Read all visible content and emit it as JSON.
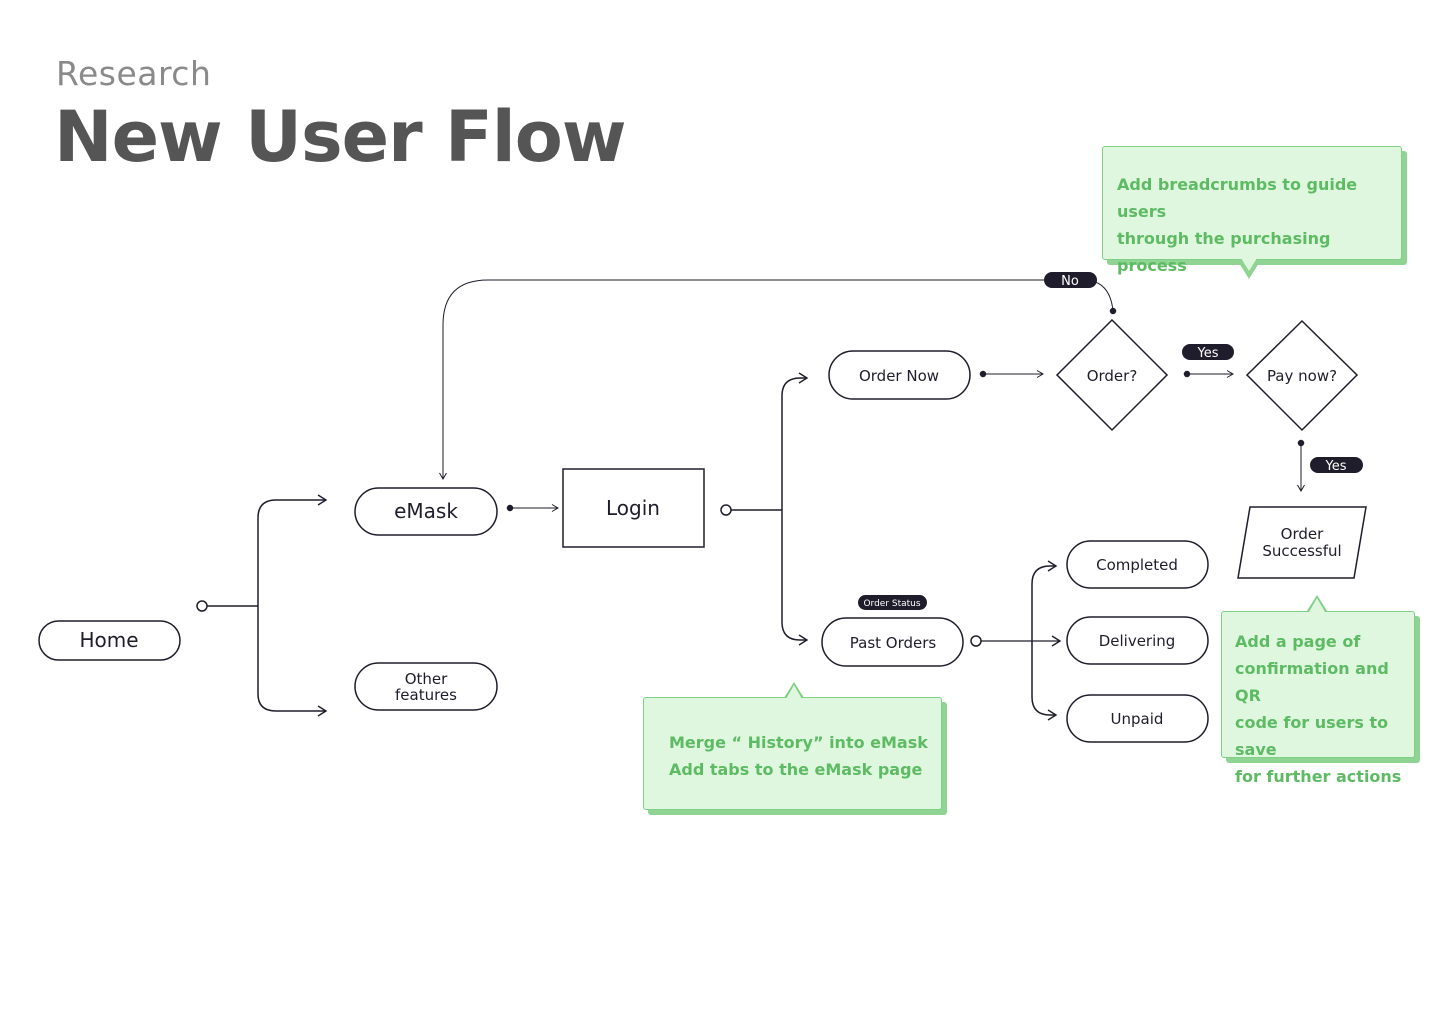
{
  "header": {
    "eyebrow": "Research",
    "title": "New User Flow"
  },
  "nodes": {
    "home": "Home",
    "emask": "eMask",
    "other_line1": "Other",
    "other_line2": "features",
    "login": "Login",
    "order_now": "Order Now",
    "order_q": "Order?",
    "pay_now_q": "Pay now?",
    "order_successful_line1": "Order",
    "order_successful_line2": "Successful",
    "past_orders": "Past Orders",
    "completed": "Completed",
    "delivering": "Delivering",
    "unpaid": "Unpaid"
  },
  "edge_labels": {
    "no": "No",
    "yes_pay": "Yes",
    "yes_success": "Yes",
    "order_status": "Order Status"
  },
  "notes": {
    "breadcrumbs": [
      "Add breadcrumbs to guide users",
      "through the purchasing process"
    ],
    "merge": [
      "Merge  “ History” into eMask",
      "Add tabs to the eMask page"
    ],
    "confirmation": [
      "Add a page of",
      "confirmation and QR",
      "code for users to save",
      "for further actions"
    ]
  },
  "colors": {
    "stroke": "#1f1d2b",
    "pill_bg": "#1f1d2b",
    "note_bg": "#dff7df",
    "note_text": "#5dbb63",
    "title": "#555555",
    "eyebrow": "#8a8a8a"
  }
}
